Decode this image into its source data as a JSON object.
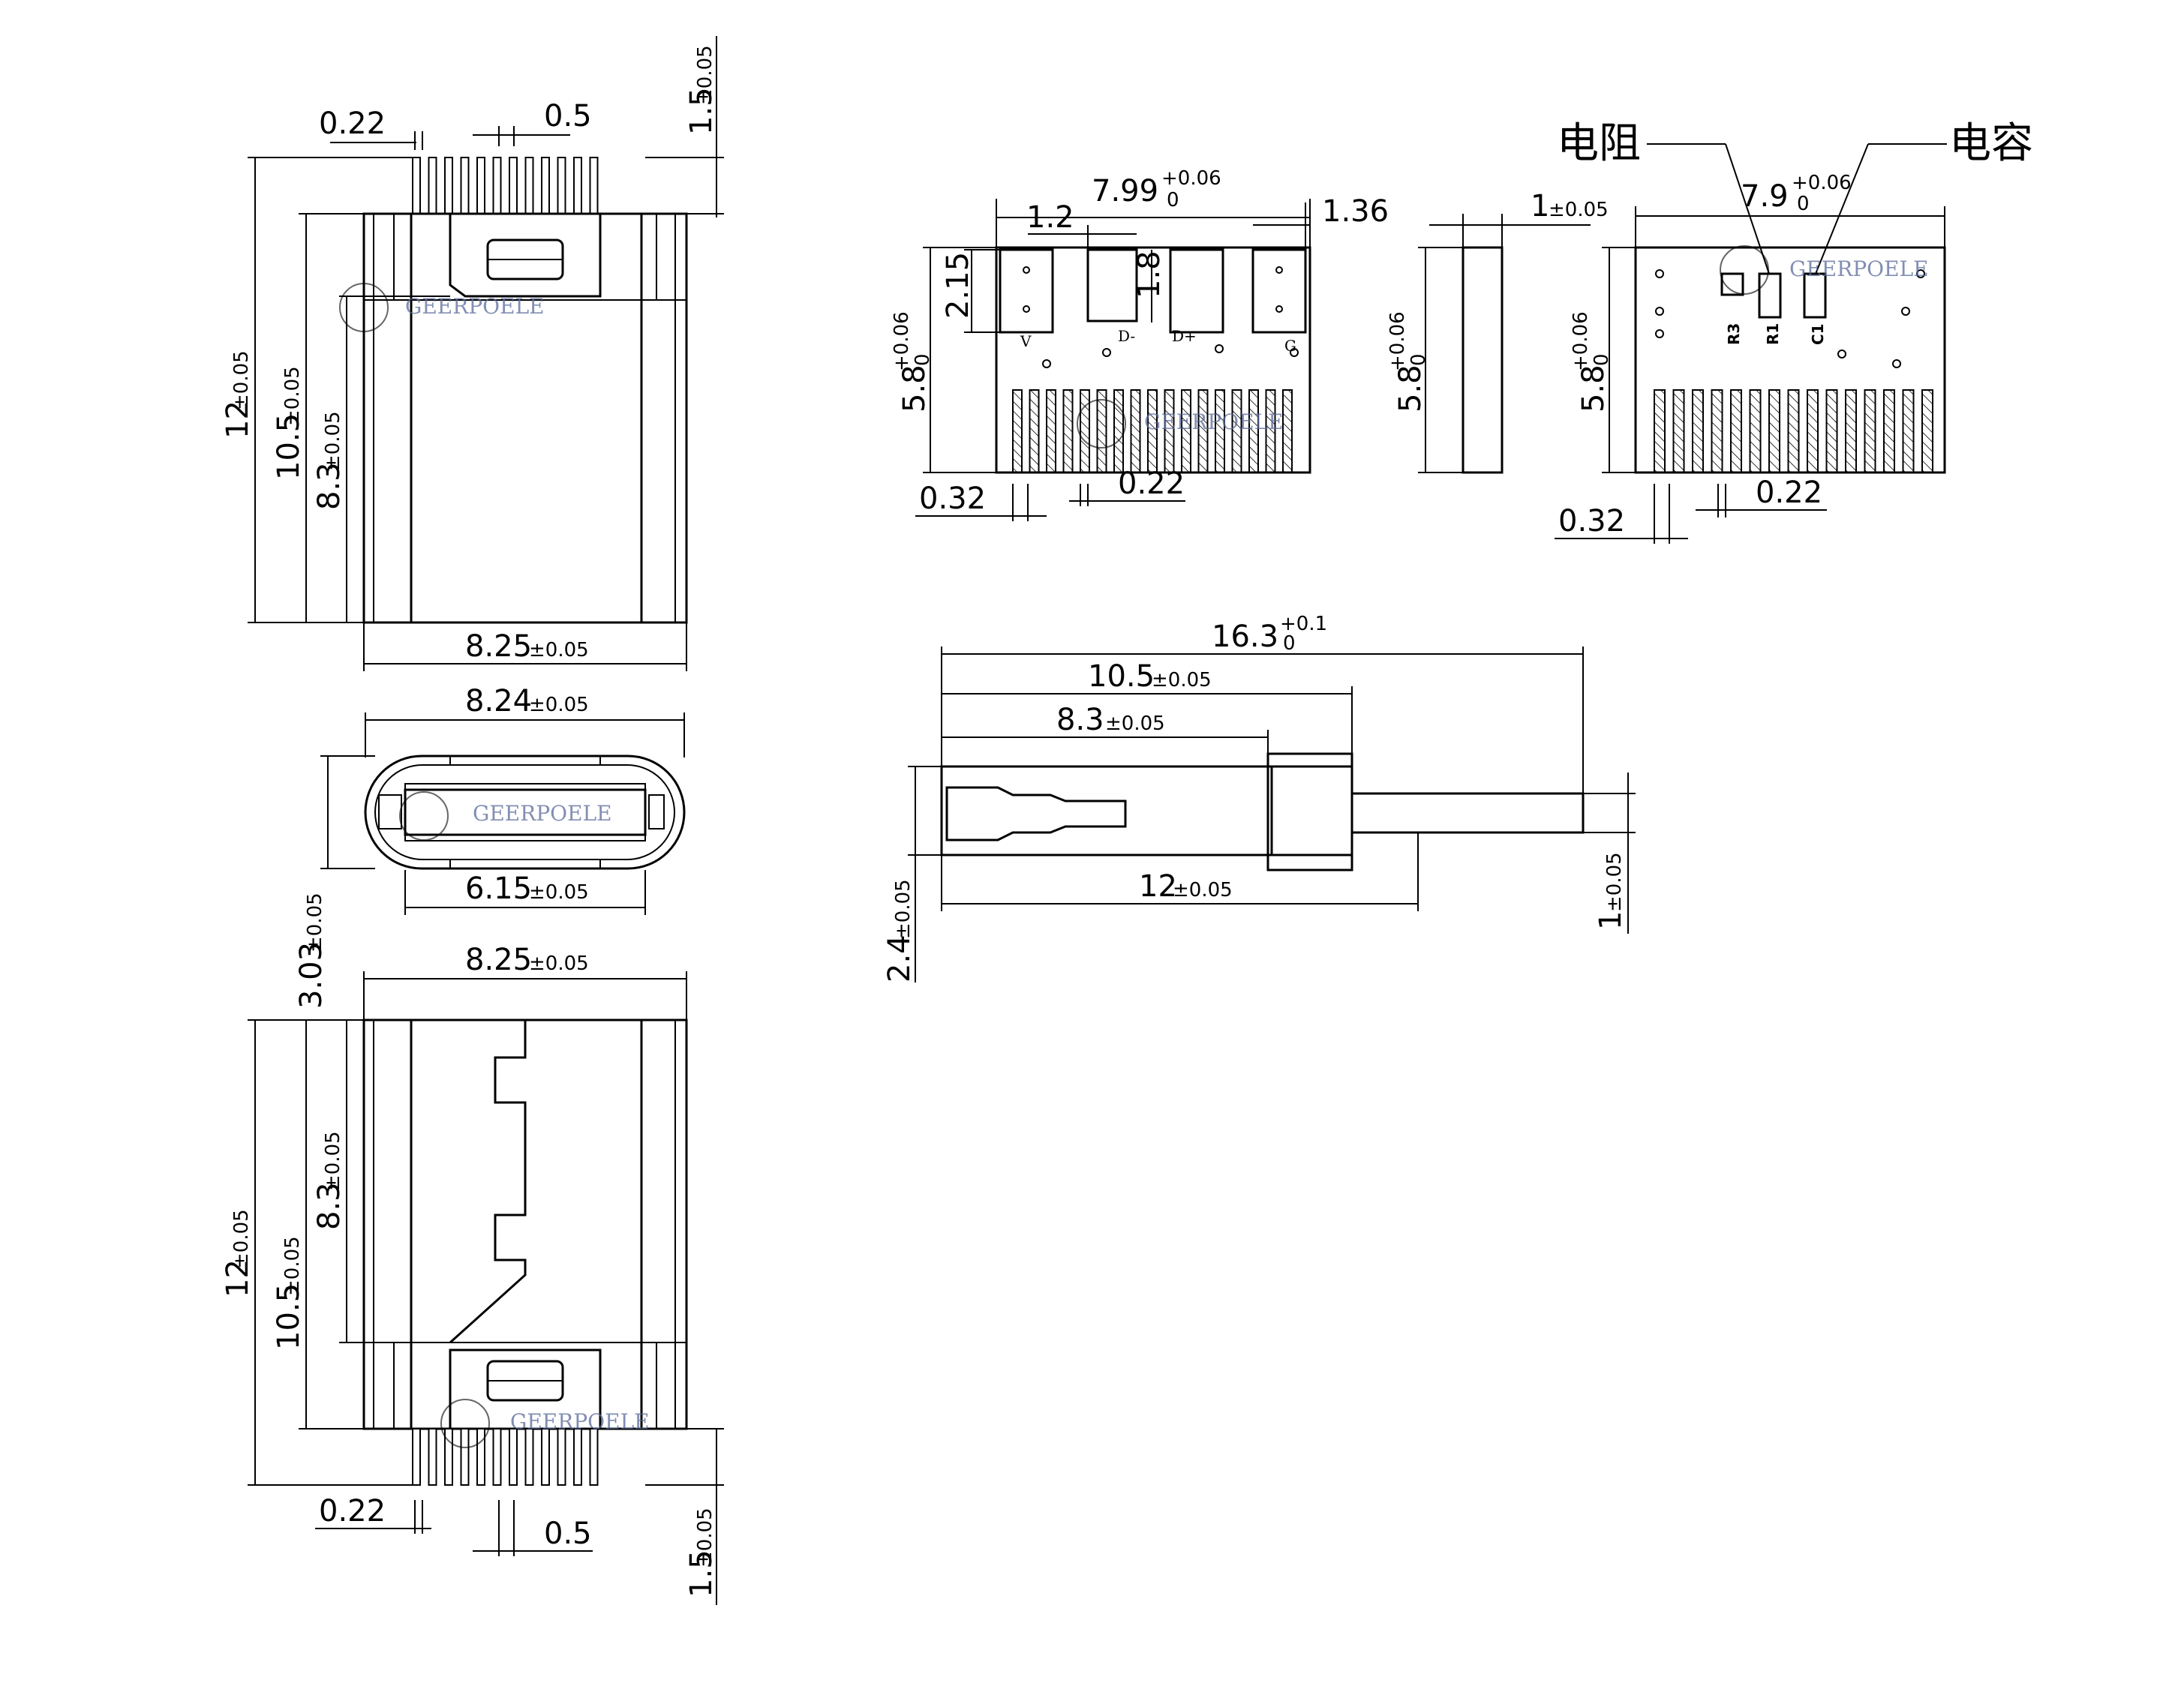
{
  "labels": {
    "resistor": "电阻",
    "capacitor": "电容",
    "watermark": "GEERPOELE",
    "pad_v": "V",
    "pad_dm": "D-",
    "pad_dp": "D+",
    "pad_g": "G",
    "r3": "R3",
    "r1": "R1",
    "c1": "C1"
  },
  "dims": {
    "pin_width_top": "0.22",
    "pin_pitch_top": "0.5",
    "pin_len_top": {
      "v": "1.5",
      "t": "±0.05"
    },
    "overall_len": {
      "v": "12",
      "t": "±0.05"
    },
    "shell_len": {
      "v": "10.5",
      "t": "±0.05"
    },
    "inner_len": {
      "v": "8.3",
      "t": "±0.05"
    },
    "width_top": {
      "v": "8.25",
      "t": "±0.05"
    },
    "width_front": {
      "v": "8.24",
      "t": "±0.05"
    },
    "tongue_width": {
      "v": "6.15",
      "t": "±0.05"
    },
    "height_front": {
      "v": "3.03",
      "t": "±0.05"
    },
    "width_bottom": {
      "v": "8.25",
      "t": "±0.05"
    },
    "overall_len_b": {
      "v": "12",
      "t": "±0.05"
    },
    "shell_len_b": {
      "v": "10.5",
      "t": "±0.05"
    },
    "inner_len_b": {
      "v": "8.3",
      "t": "±0.05"
    },
    "pin_width_bottom": "0.22",
    "pin_pitch_bottom": "0.5",
    "pin_len_bottom": {
      "v": "1.5",
      "t": "±0.05"
    },
    "pcb_width": {
      "v": "7.99",
      "t": "+0.06",
      "b": "0"
    },
    "pad_pitch": "1.2",
    "pad_edge": "1.36",
    "pad_height": "2.15",
    "pad_gap": "1.8",
    "pcb_height": {
      "v": "5.8",
      "t": "+0.06",
      "b": "0"
    },
    "finger_gap": "0.32",
    "finger_width": "0.22",
    "pcb_thick": {
      "v": "1",
      "t": "±0.05"
    },
    "pcb_height_side": {
      "v": "5.8",
      "t": "+0.06",
      "b": "0"
    },
    "pcb_width_back": {
      "v": "7.9",
      "t": "+0.06",
      "b": "0"
    },
    "pcb_height_back": {
      "v": "5.8",
      "t": "+0.06",
      "b": "0"
    },
    "finger_gap_back": "0.32",
    "finger_width_back": "0.22",
    "side_total": {
      "v": "16.3",
      "t": "+0.1",
      "b": "0"
    },
    "side_shell": {
      "v": "10.5",
      "t": "±0.05"
    },
    "side_inner": {
      "v": "8.3",
      "t": "±0.05"
    },
    "side_body": {
      "v": "12",
      "t": "±0.05"
    },
    "side_height": {
      "v": "2.4",
      "t": "±0.05"
    },
    "side_pcb": {
      "v": "1",
      "t": "±0.05"
    }
  }
}
